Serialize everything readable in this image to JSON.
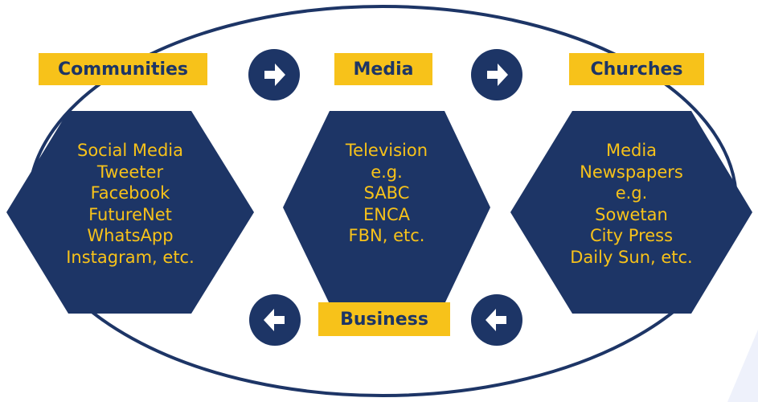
{
  "colors": {
    "navy": "#1d3566",
    "gold": "#f7c21a",
    "corner": "#eef1fb"
  },
  "labels": {
    "communities": "Communities",
    "media": "Media",
    "churches": "Churches",
    "business": "Business"
  },
  "hexagons": {
    "left": [
      "Social Media",
      "Tweeter",
      "Facebook",
      "FutureNet",
      "WhatsApp",
      "Instagram, etc."
    ],
    "center": [
      "Television",
      "e.g.",
      "SABC",
      "ENCA",
      "FBN, etc."
    ],
    "right": [
      "Media",
      "Newspapers",
      "e.g.",
      "Sowetan",
      "City Press",
      "Daily Sun, etc."
    ]
  },
  "arrows": {
    "top_left": "arrow-right-icon",
    "top_right": "arrow-right-icon",
    "bottom_left": "arrow-left-icon",
    "bottom_right": "arrow-left-icon"
  }
}
